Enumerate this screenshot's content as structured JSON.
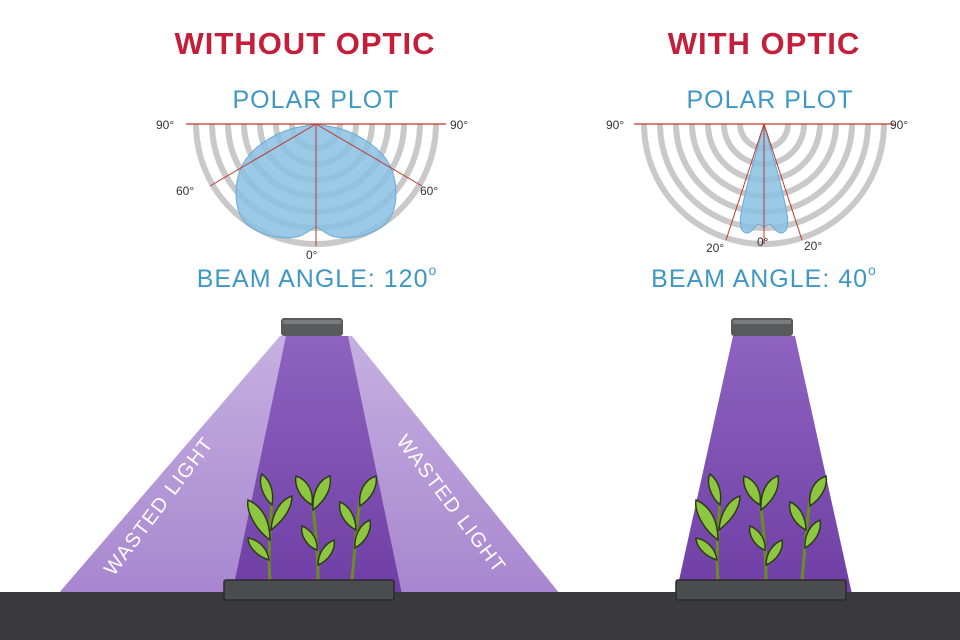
{
  "colors": {
    "heading": "#c41e3a",
    "blue_text": "#3f97c6",
    "lobe_fill": "#88c1e4",
    "polar_ring": "#c9c9c9",
    "ray_red": "#c0392b",
    "beam_purple": "#7a47ad",
    "wasted_purple": "#b79ad6",
    "fixture": "#58595b",
    "ground": "#3a3a3c",
    "leaf_green": "#8dc63f"
  },
  "left": {
    "heading": "WITHOUT OPTIC",
    "plot_title": "POLAR PLOT",
    "ticks": {
      "top_left": "90°",
      "top_right": "90°",
      "mid_left": "60°",
      "mid_right": "60°",
      "bottom": "0°"
    },
    "beam_angle_label": "BEAM ANGLE: 120",
    "degree_symbol": "o",
    "wasted_left": "WASTED LIGHT",
    "wasted_right": "WASTED LIGHT"
  },
  "right": {
    "heading": "WITH OPTIC",
    "plot_title": "POLAR PLOT",
    "ticks": {
      "top_left": "90°",
      "top_right": "90°",
      "low_left": "20°",
      "low_right": "20°",
      "bottom": "0°"
    },
    "beam_angle_label": "BEAM ANGLE: 40",
    "degree_symbol": "o"
  },
  "icons": [
    "grow-light-fixture-icon",
    "plant-icon",
    "planter-tray-icon"
  ]
}
